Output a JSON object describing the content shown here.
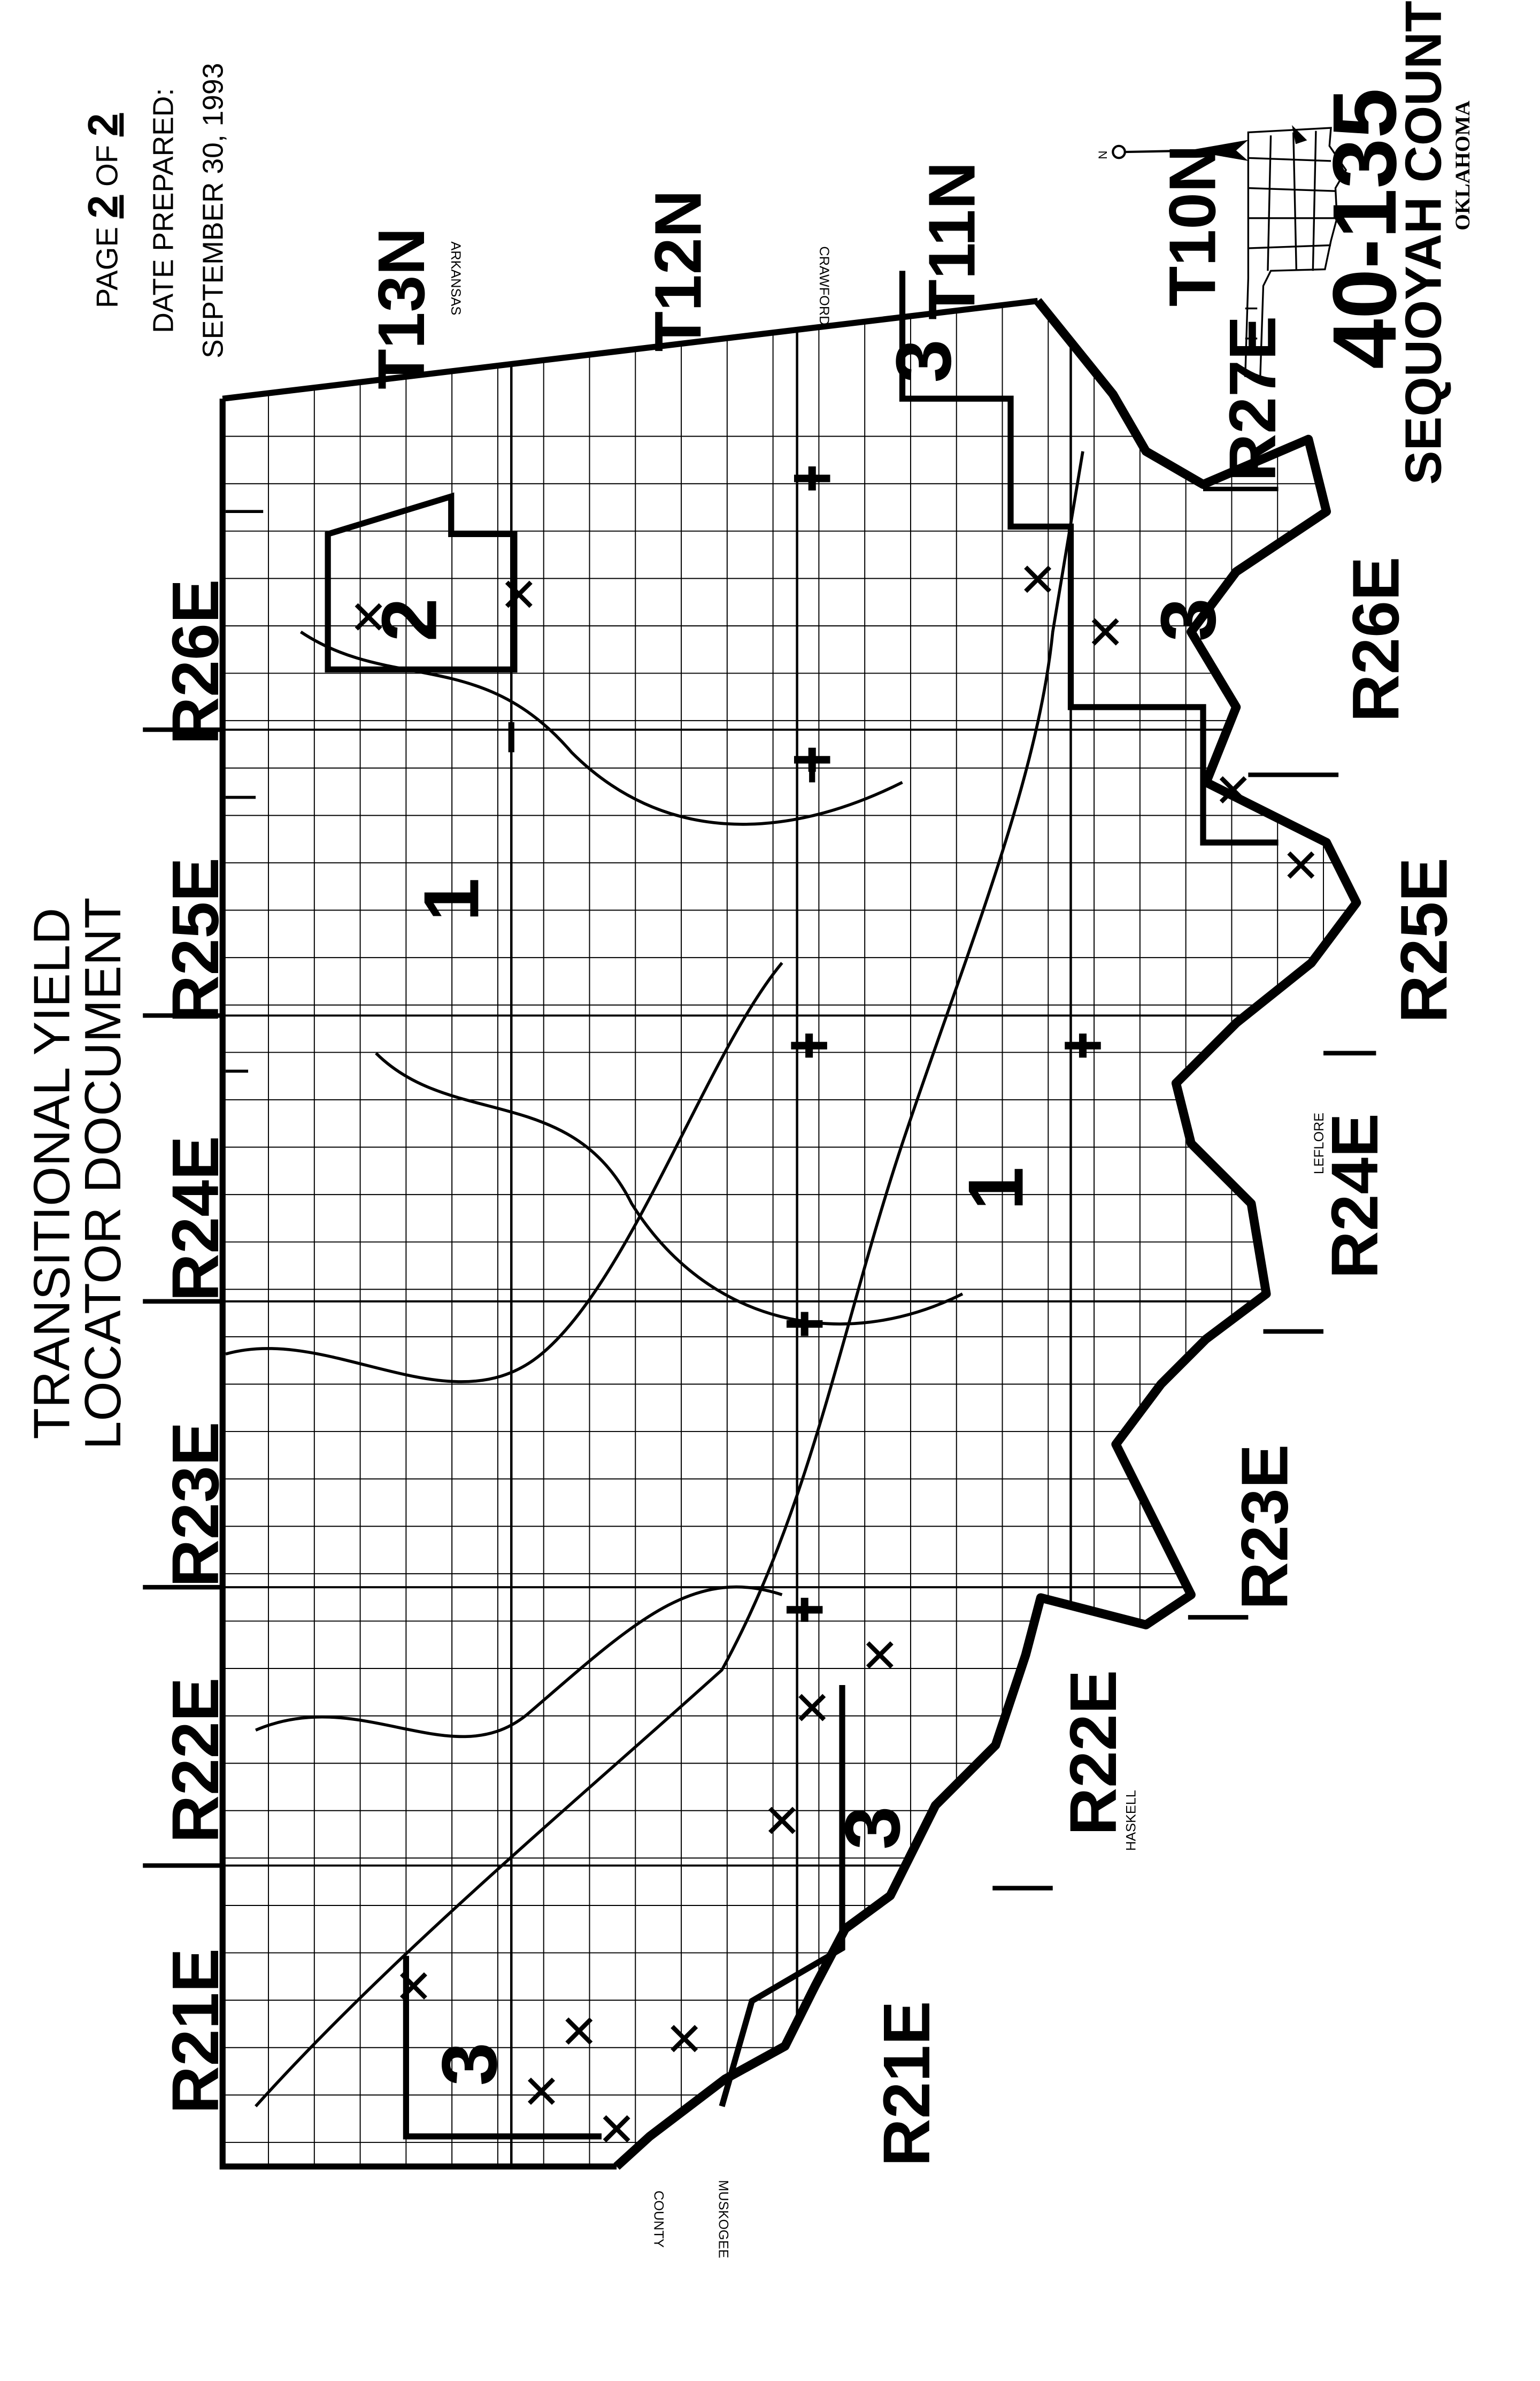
{
  "header": {
    "title_line1": "TRANSITIONAL YIELD",
    "title_line2": "LOCATOR DOCUMENT",
    "page_prefix": "PAGE",
    "page_number": "2",
    "page_of": "OF",
    "page_total": "2",
    "date_label": "DATE PREPARED:",
    "date_value": "SEPTEMBER 30, 1993"
  },
  "county": {
    "code": "40-135",
    "name": "SEQUOYAH COUNTY",
    "state": "OKLAHOMA"
  },
  "ranges_left": [
    "R26E",
    "R25E",
    "R24E",
    "R23E",
    "R22E",
    "R21E"
  ],
  "ranges_right": [
    "R27E",
    "R26E",
    "R25E",
    "R24E",
    "R23E",
    "R22E",
    "R21E"
  ],
  "townships": [
    "T13N",
    "T12N",
    "T11N",
    "T10N"
  ],
  "zones": [
    "1",
    "1",
    "2",
    "3",
    "3",
    "3",
    "3"
  ],
  "adjacent": {
    "arkansas": "ARKANSAS",
    "crawford": "CRAWFORD",
    "leflore": "LEFLORE",
    "haskell": "HASKELL",
    "muskogee": "MUSKOGEE",
    "county": "COUNTY"
  },
  "north_label": "N",
  "colors": {
    "ink": "#000000",
    "paper": "#ffffff"
  }
}
